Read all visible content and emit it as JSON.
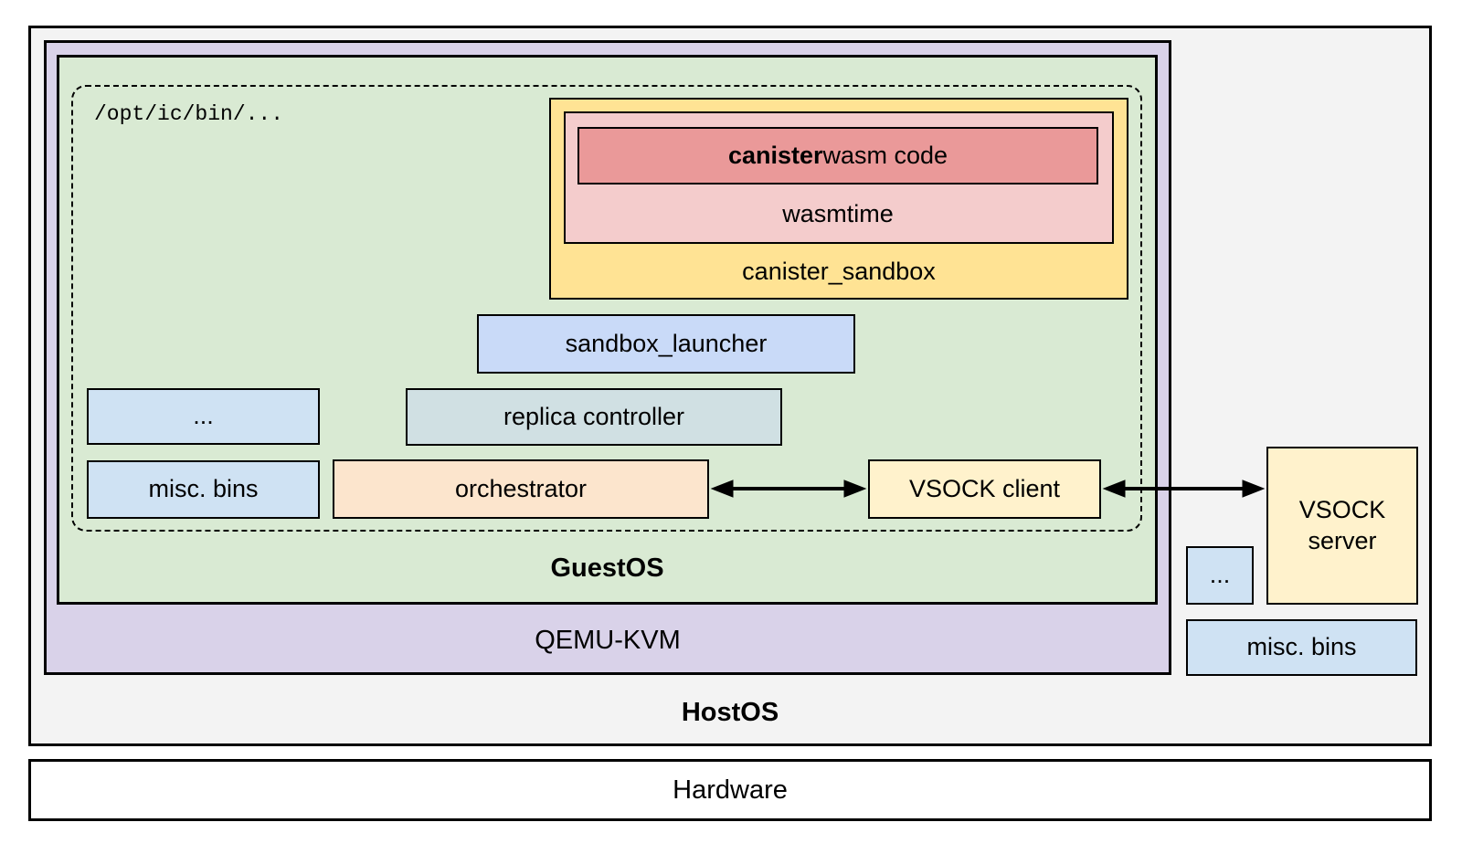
{
  "layers": {
    "hardware": "Hardware",
    "hostos": "HostOS",
    "qemu_kvm": "QEMU-KVM",
    "guestos": "GuestOS"
  },
  "guest": {
    "bin_path": "/opt/ic/bin/...",
    "canister_sandbox": "canister_sandbox",
    "wasmtime": "wasmtime",
    "canister_wasm_bold": "canister",
    "canister_wasm_rest": " wasm code",
    "sandbox_launcher": "sandbox_launcher",
    "ellipsis": "...",
    "replica_controller": "replica controller",
    "misc_bins": "misc. bins",
    "orchestrator": "orchestrator",
    "vsock_client": "VSOCK client"
  },
  "host": {
    "vsock_server": "VSOCK server",
    "ellipsis": "...",
    "misc_bins": "misc. bins"
  },
  "colors": {
    "hostos_bg": "#f3f3f3",
    "qemu_kvm_bg": "#d9d2e9",
    "guestos_bg": "#d9ead3",
    "hardware_bg": "#ffffff",
    "canister_sandbox_bg": "#ffe394",
    "wasmtime_bg": "#f4cccc",
    "canister_wasm_bg": "#ea9999",
    "sandbox_launcher_bg": "#c9daf8",
    "misc_bins_bg": "#cfe2f3",
    "replica_controller_bg": "#d0e0e3",
    "orchestrator_bg": "#fce5cd",
    "vsock_bg": "#fff2cc",
    "border": "#000000",
    "arrow": "#000000"
  }
}
